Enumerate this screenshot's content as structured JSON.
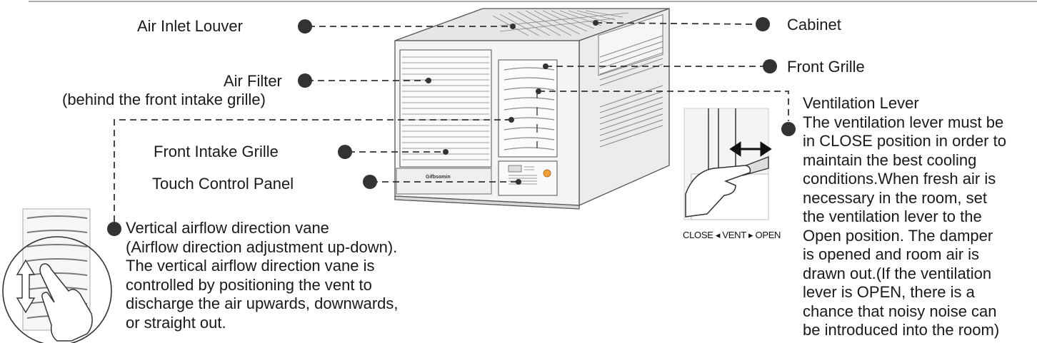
{
  "labels": {
    "air_inlet_louver": "Air Inlet Louver",
    "cabinet": "Cabinet",
    "front_grille": "Front Grille",
    "air_filter": "Air Filter",
    "air_filter_note": "(behind the front intake grille)",
    "front_intake_grille": "Front Intake Grille",
    "touch_control_panel": "Touch Control Panel"
  },
  "vertical_vane": {
    "lines": [
      "Vertical airflow direction vane",
      "(Airflow direction adjustment up-down).",
      "The vertical airflow direction vane is",
      "controlled by positioning the vent to",
      "discharge the air upwards, downwards,",
      "or straight out."
    ]
  },
  "ventilation_lever": {
    "lines": [
      "Ventilation Lever",
      "The ventilation lever must be",
      "in CLOSE position in order to",
      "maintain the best cooling",
      "conditions.When fresh air is",
      "necessary in the room, set",
      "the ventilation lever to the",
      "Open position. The damper",
      "is opened and room air is",
      "drawn out.(If the ventilation",
      "lever is OPEN, there is a",
      "chance that noisy noise can",
      "be introduced into the room)"
    ]
  },
  "vent_caption": "CLOSE ◂ VENT ▸ OPEN",
  "brand_text": "Gifbsomin",
  "colors": {
    "ink": "#1a1a1a",
    "bullet": "#333333",
    "unit_body": "#f4f4f2",
    "unit_outline": "#555555",
    "knob": "#f0a23a"
  }
}
